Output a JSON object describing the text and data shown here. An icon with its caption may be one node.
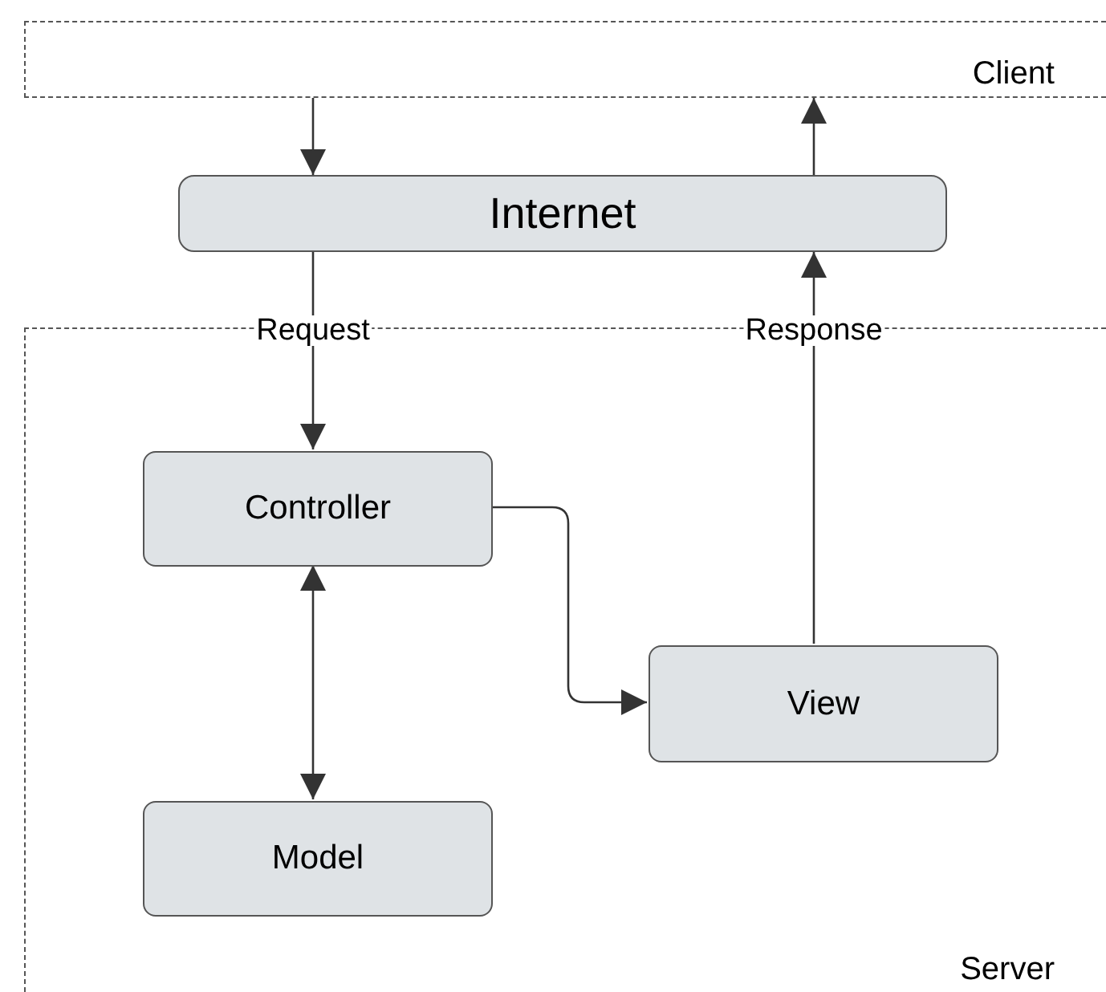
{
  "diagram": {
    "nodes": [
      {
        "text": [
          "Client"
        ]
      },
      {
        "text": [
          "Internet"
        ]
      },
      {
        "text": [
          "Server"
        ]
      },
      {
        "text": [
          "Controller"
        ],
        "in": 2
      },
      {
        "text": [
          "View"
        ],
        "in": 2
      },
      {
        "text": [
          "Model"
        ],
        "in": 2
      }
    ],
    "edges": [
      {
        "from": 0,
        "to": 1,
        "arrow": "to"
      },
      {
        "from": 1,
        "to": 0,
        "arrow": "to"
      },
      {
        "from": 1,
        "to": 3,
        "arrow": "to",
        "label": "Request"
      },
      {
        "from": 4,
        "to": 1,
        "arrow": "to",
        "label": "Response"
      },
      {
        "from": 3,
        "to": 4,
        "arrow": "to"
      },
      {
        "from": 3,
        "to": 5,
        "arrow": "both"
      }
    ]
  }
}
